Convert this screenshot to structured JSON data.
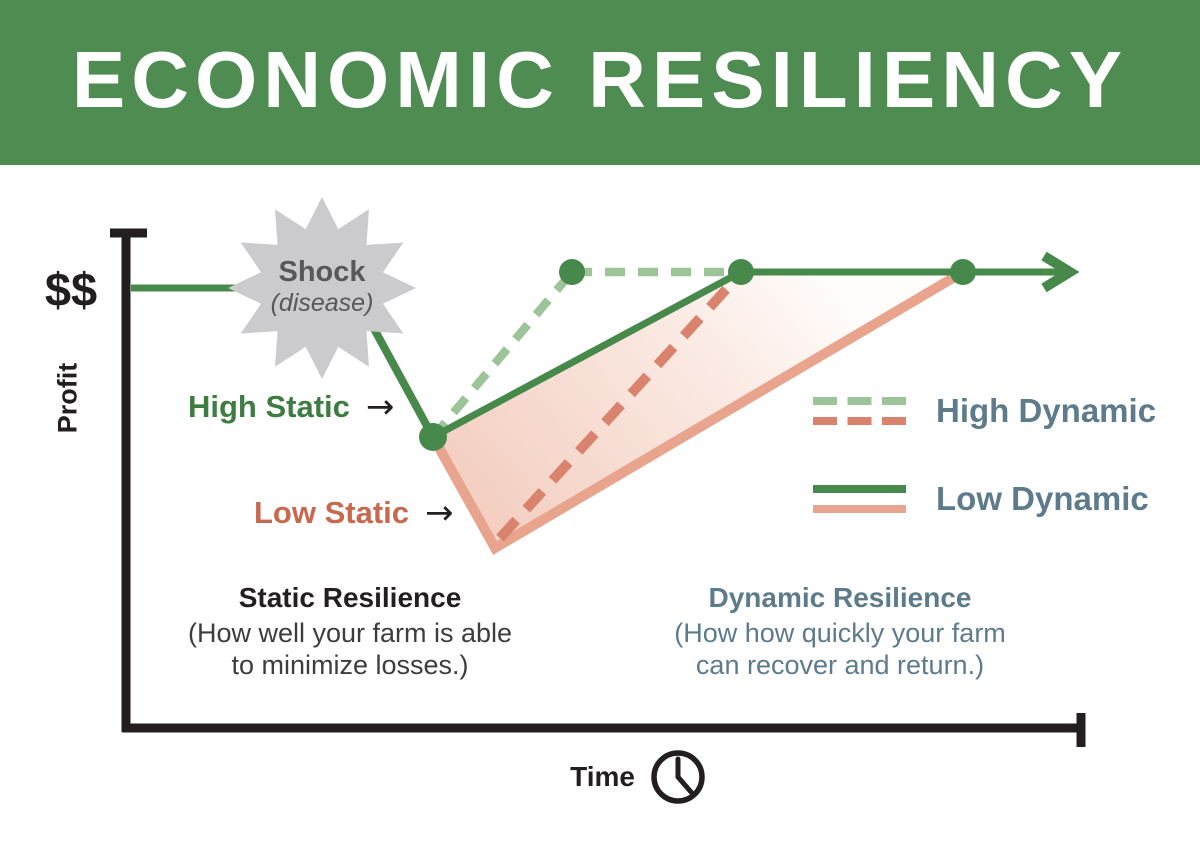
{
  "header": {
    "title": "ECONOMIC RESILIENCY"
  },
  "y_axis": {
    "symbol": "$$",
    "label": "Profit"
  },
  "x_axis": {
    "label": "Time"
  },
  "shock": {
    "title": "Shock",
    "subtitle": "(disease)"
  },
  "pointers": {
    "high_static": "High Static",
    "low_static": "Low Static",
    "arrow_glyph": "→"
  },
  "legend": {
    "high": {
      "label": "High Dynamic"
    },
    "low": {
      "label": "Low Dynamic"
    }
  },
  "captions": {
    "static_title": "Static Resilience",
    "static_line1": "(How well your farm is able",
    "static_line2": "to minimize losses.)",
    "dynamic_title": "Dynamic Resilience",
    "dynamic_line1": "(How how quickly your farm",
    "dynamic_line2": "can recover and return.)"
  },
  "palette": {
    "header_green": "#4e8c52",
    "green": "#47894b",
    "green_light": "#9cc498",
    "green_text": "#3e7d42",
    "salmon": "#e8a48c",
    "salmon_dark": "#d9826d",
    "terracotta_text": "#c8694f",
    "slate_text": "#5d7b8b",
    "star_gray": "#cbcbcd",
    "shock_text": "#58585a",
    "ink": "#231f20"
  },
  "chart_data": {
    "type": "line",
    "title": "Economic Resiliency",
    "xlabel": "Time",
    "ylabel": "Profit ($$)",
    "legend_position": "middle-right",
    "annotations": [
      "Shock (disease)",
      "High Static",
      "Low Static"
    ],
    "series": [
      {
        "name": "Pre-shock profit baseline",
        "style": "solid green",
        "points": [
          [
            0,
            100
          ],
          [
            22,
            100
          ]
        ]
      },
      {
        "name": "High static drop after shock",
        "style": "solid green",
        "points": [
          [
            22,
            100
          ],
          [
            32,
            63
          ]
        ]
      },
      {
        "name": "Low static drop after shock",
        "style": "solid salmon",
        "points": [
          [
            32,
            63
          ],
          [
            39,
            38
          ]
        ]
      },
      {
        "name": "High dynamic recovery from high static",
        "style": "dashed light green",
        "points": [
          [
            32,
            63
          ],
          [
            46,
            100
          ],
          [
            64,
            100
          ]
        ]
      },
      {
        "name": "High dynamic recovery from low static",
        "style": "dashed dark salmon",
        "points": [
          [
            39,
            38
          ],
          [
            64,
            100
          ]
        ]
      },
      {
        "name": "Low dynamic recovery from high static",
        "style": "solid green",
        "points": [
          [
            32,
            63
          ],
          [
            64,
            100
          ],
          [
            100,
            100
          ]
        ]
      },
      {
        "name": "Low dynamic recovery from low static",
        "style": "solid salmon",
        "points": [
          [
            39,
            38
          ],
          [
            87,
            100
          ]
        ]
      }
    ]
  }
}
